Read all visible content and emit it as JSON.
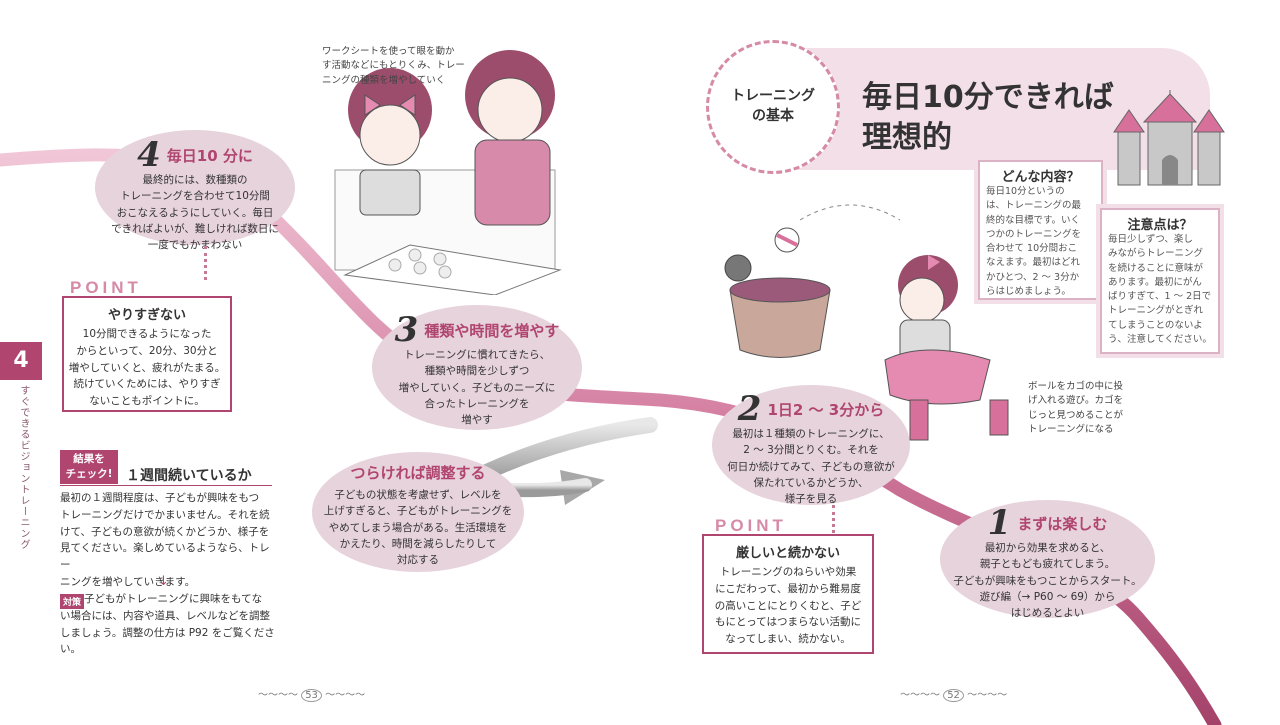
{
  "side_tab": {
    "number": "4",
    "text": "すぐできるビジョントレーニング"
  },
  "header": {
    "circle_label": "トレーニング\nの基本",
    "title_line1": "毎日10分できれば",
    "title_line2": "理想的"
  },
  "caption_top": "ワークシートを使って眼を動か\nす活動などにもとりくみ、トレー\nニングの種類を増やしていく",
  "caption_right": "ボールをカゴの中に投\nげ入れる遊び。カゴを\nじっと見つめることが\nトレーニングになる",
  "steps": [
    {
      "num": "4",
      "title": "毎日10 分に",
      "body": "最終的には、数種類の\nトレーニングを合わせて10分間\nおこなえるようにしていく。毎日\nできればよいが、難しければ数日に\n一度でもかまわない"
    },
    {
      "num": "3",
      "title": "種類や時間を増やす",
      "body": "トレーニングに慣れてきたら、\n種類や時間を少しずつ\n増やしていく。子どものニーズに\n合ったトレーニングを\n増やす"
    },
    {
      "num": "2",
      "title": "1日2 〜 3分から",
      "body": "最初は１種類のトレーニングに、\n2 〜 3分間とりくむ。それを\n何日か続けてみて、子どもの意欲が\n保たれているかどうか、\n様子を見る"
    },
    {
      "num": "1",
      "title": "まずは楽しむ",
      "body": "最初から効果を求めると、\n親子ともども疲れてしまう。\n子どもが興味をもつことからスタート。\n遊び編（→ P60 〜 69）から\nはじめるとよい"
    }
  ],
  "adjust": {
    "title": "つらければ調整する",
    "body": "子どもの状態を考慮せず、レベルを\n上げすぎると、子どもがトレーニングを\nやめてしまう場合がある。生活環境を\nかえたり、時間を減らしたりして\n対応する"
  },
  "points": [
    {
      "label": "POINT",
      "title": "やりすぎない",
      "body": "10分間できるようになった\nからといって、20分、30分と\n増やしていくと、疲れがたまる。\n続けていくためには、やりすぎ\nないこともポイントに。"
    },
    {
      "label": "POINT",
      "title": "厳しいと続かない",
      "body": "トレーニングのねらいや効果\nにこだわって、最初から難易度\nの高いことにとりくむと、子ど\nもにとってはつまらない活動に\nなってしまい、続かない。"
    }
  ],
  "check": {
    "badge": "結果を\nチェック!",
    "title": "１週間続いているか",
    "body": "最初の１週間程度は、子どもが興味をもつ\nトレーニングだけでかまいません。それを続\nけて、子どもの意欲が続くかどうか、様子を\n見てください。楽しめているようなら、トレー\nニングを増やしていきます。",
    "arrow": "↓",
    "taisaku_label": "対策",
    "taisaku_body": "子どもがトレーニングに興味をもてな\nい場合には、内容や道具、レベルなどを調整\nしましょう。調整の仕方は P92 をご覧くださ\nい。"
  },
  "qa": [
    {
      "title": "どんな内容？",
      "body": "毎日10分というの\nは、トレーニングの最\n終的な目標です。いく\nつかのトレーニングを\n合わせて 10分間おこ\nなえます。最初はどれ\nかひとつ、2 〜 3分か\nらはじめましょう。"
    },
    {
      "title": "注意点は？",
      "body": "毎日少しずつ、楽し\nみながらトレーニング\nを続けることに意味が\nあります。最初にがん\nばりすぎて、1 〜 2日で\nトレーニングがとぎれ\nてしまうことのないよ\nう、注意してください。"
    }
  ],
  "page_numbers": {
    "left": "53",
    "right": "52"
  },
  "colors": {
    "accent": "#b0456f",
    "oval": "#e7d3dc",
    "ribbon": "#d695b2",
    "gray_arrow": "#b8b8b8"
  }
}
